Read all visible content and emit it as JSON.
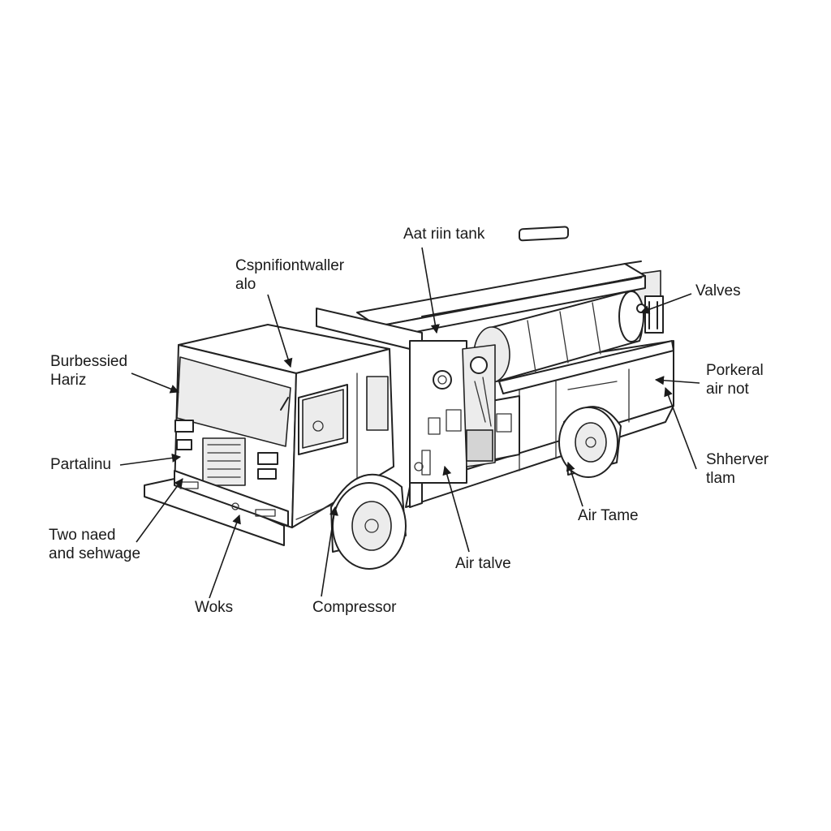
{
  "colors": {
    "background": "#ffffff",
    "ink": "#222222",
    "shade": "#ececec"
  },
  "labels": {
    "aat_rin_tank": "Aat riin tank",
    "cspnifiont_l1": "Cspnifiontwaller",
    "cspnifiont_l2": "alo",
    "valves": "Valves",
    "burbessied_l1": "Burbessied",
    "burbessied_l2": "Hariz",
    "porkeral_l1": "Porkeral",
    "porkeral_l2": "air not",
    "partalinu": "Partalinu",
    "shherver_l1": "Shherver",
    "shherver_l2": "tlam",
    "air_tame": "Air Tame",
    "two_naed_l1": "Two naed",
    "two_naed_l2": "and sehwage",
    "air_talve": "Air talve",
    "woks": "Woks",
    "compressor": "Compressor"
  }
}
